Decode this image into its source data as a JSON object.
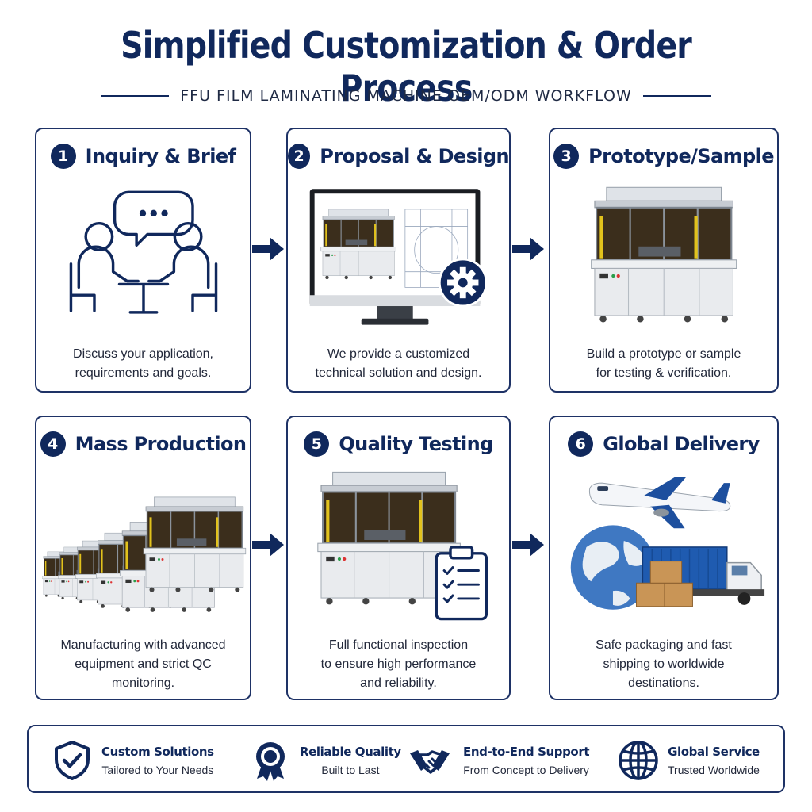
{
  "header": {
    "title": "Simplified Customization & Order Process",
    "subtitle": "FFU FILM LAMINATING MACHINE OEM/ODM WORKFLOW"
  },
  "steps": [
    {
      "number": "1",
      "title": "Inquiry & Brief",
      "desc_lines": [
        "Discuss your application,",
        "requirements and goals."
      ],
      "icon": "meeting-icon"
    },
    {
      "number": "2",
      "title": "Proposal & Design",
      "desc_lines": [
        "We provide a customized",
        "technical solution and design."
      ],
      "icon": "monitor-gear-icon"
    },
    {
      "number": "3",
      "title": "Prototype/Sample",
      "desc_lines": [
        "Build a prototype or sample",
        "for testing & verification."
      ],
      "icon": "machine-icon"
    },
    {
      "number": "4",
      "title": "Mass Production",
      "desc_lines": [
        "Manufacturing with advanced",
        "equipment and strict QC",
        "monitoring."
      ],
      "icon": "production-line-icon"
    },
    {
      "number": "5",
      "title": "Quality Testing",
      "desc_lines": [
        "Full functional inspection",
        "to ensure high performance",
        "and reliability."
      ],
      "icon": "clipboard-check-icon"
    },
    {
      "number": "6",
      "title": "Global Delivery",
      "desc_lines": [
        "Safe packaging and fast",
        "shipping to worldwide",
        "destinations."
      ],
      "icon": "globe-shipping-icon"
    }
  ],
  "features": [
    {
      "title": "Custom Solutions",
      "subtitle": "Tailored to Your Needs",
      "icon": "shield-check-icon"
    },
    {
      "title": "Reliable Quality",
      "subtitle": "Built to Last",
      "icon": "ribbon-badge-icon"
    },
    {
      "title": "End-to-End Support",
      "subtitle": "From Concept to Delivery",
      "icon": "handshake-icon"
    },
    {
      "title": "Global Service",
      "subtitle": "Trusted Worldwide",
      "icon": "globe-icon"
    }
  ],
  "colors": {
    "primary": "#10285c",
    "border": "#1e3266",
    "text": "#22283a"
  }
}
